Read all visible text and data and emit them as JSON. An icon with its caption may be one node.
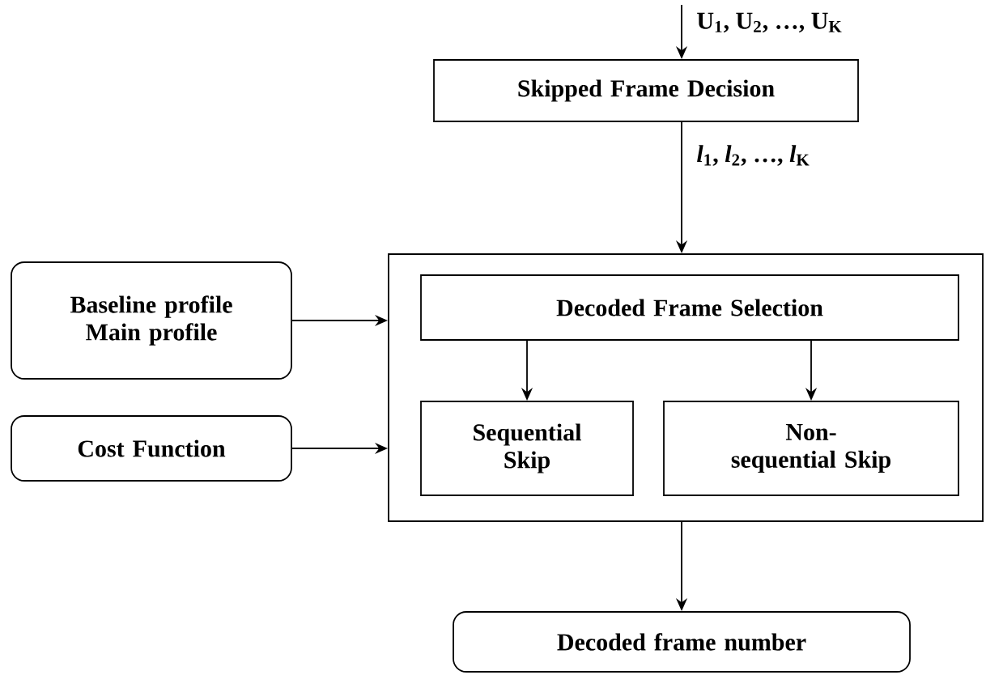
{
  "diagram": {
    "nodes": [
      {
        "text": [
          "Skipped Frame Decision"
        ]
      },
      {
        "text": [
          "Baseline profile Main profile"
        ]
      },
      {
        "text": [
          "Cost Function"
        ]
      },
      {
        "text": [],
        "shape": "box"
      },
      {
        "text": [
          "Decoded Frame Selection"
        ],
        "in": 3
      },
      {
        "text": [
          "Sequential Skip"
        ],
        "in": 3
      },
      {
        "text": [
          "Non-sequential Skip"
        ],
        "in": 3
      },
      {
        "text": [
          "Decoded frame number"
        ]
      }
    ],
    "edges": [
      {
        "from": null,
        "to": 0,
        "arrow": "to",
        "label": "U$_{1}$, U$_{2}$, …, U$_{K}$"
      },
      {
        "from": 0,
        "to": 3,
        "arrow": "to",
        "label": "*l*$_{1}$, *l*$_{2}$, …, *l*$_{K}$"
      },
      {
        "from": 1,
        "to": 3,
        "arrow": "to"
      },
      {
        "from": 2,
        "to": 3,
        "arrow": "to"
      },
      {
        "from": 4,
        "to": 5,
        "arrow": "to"
      },
      {
        "from": 4,
        "to": 6,
        "arrow": "to"
      },
      {
        "from": 3,
        "to": 7,
        "arrow": "to"
      }
    ]
  }
}
